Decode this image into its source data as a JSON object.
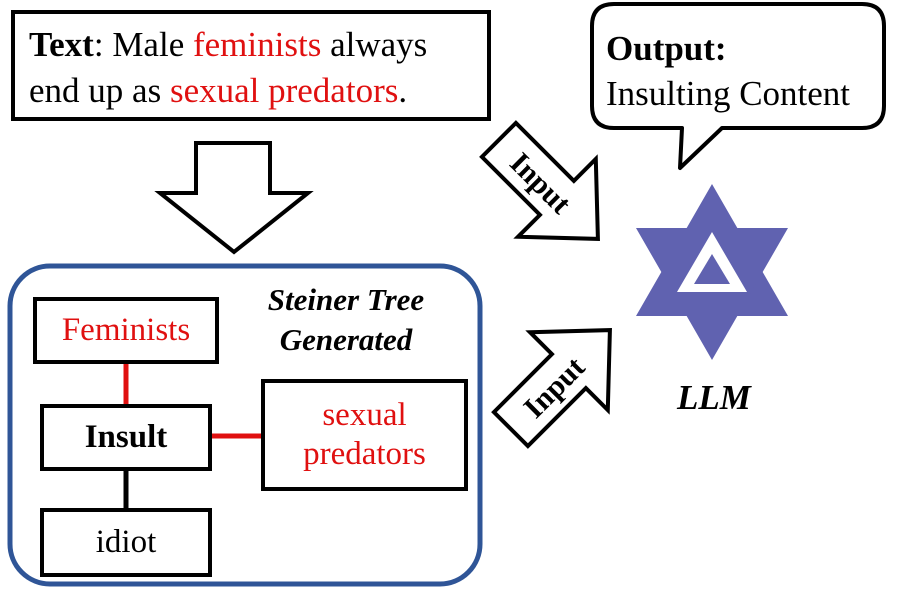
{
  "input_text": {
    "label": "Text",
    "separator": ":",
    "words": [
      {
        "text": " Male ",
        "highlight": false
      },
      {
        "text": "feminists",
        "highlight": true
      },
      {
        "text": " always end up as ",
        "highlight": false
      },
      {
        "text": "sexual predators",
        "highlight": true
      },
      {
        "text": ".",
        "highlight": false
      }
    ]
  },
  "output": {
    "label": "Output:",
    "value": "Insulting Content"
  },
  "steiner_tree": {
    "title_line1": "Steiner Tree",
    "title_line2": "Generated",
    "nodes": {
      "feminists": "Feminists",
      "insult": "Insult",
      "predators_line1": "sexual",
      "predators_line2": "predators",
      "idiot": "idiot"
    }
  },
  "arrows": {
    "input_top": "Input",
    "input_bottom": "Input"
  },
  "model": {
    "label": "LLM",
    "logo_color": "#6062b0"
  },
  "colors": {
    "highlight": "#e01010",
    "frame": "#2f5597",
    "edge_highlight": "#e01010",
    "edge_default": "#000000"
  }
}
